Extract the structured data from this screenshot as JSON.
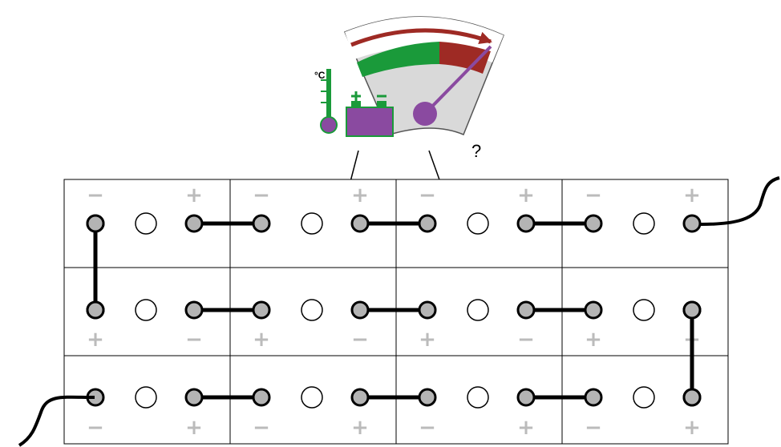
{
  "question_mark": "?",
  "thermometer_unit": "°C",
  "battery_bank": {
    "rows": 3,
    "batteries_per_row": 4,
    "cells_per_battery": 3,
    "terminal_symbols": {
      "negative": "−",
      "positive": "+"
    },
    "terminal_polarity_by_row": [
      {
        "top": [
          "−",
          "+"
        ],
        "bottom": []
      },
      {
        "top": [],
        "bottom": [
          "+",
          "−"
        ]
      },
      {
        "top": [],
        "bottom": [
          "−",
          "+"
        ]
      }
    ]
  },
  "colors": {
    "frame": "#000000",
    "terminal_fill": "#b4b4b4",
    "cell_fill": "#ffffff",
    "terminal_label": "#bbbbbb",
    "link": "#000000",
    "arrow": "#000000",
    "gauge_face": "#d9d9d9",
    "gauge_green": "#1a9a3a",
    "gauge_red": "#9e2a24",
    "gauge_arc_arrow": "#9e2a24",
    "needle": "#8a4aa0",
    "battery_icon": "#8a4aa0",
    "icon_outline": "#1a9a3a"
  },
  "icons": [
    "gauge-icon",
    "thermometer-icon",
    "battery-icon"
  ]
}
